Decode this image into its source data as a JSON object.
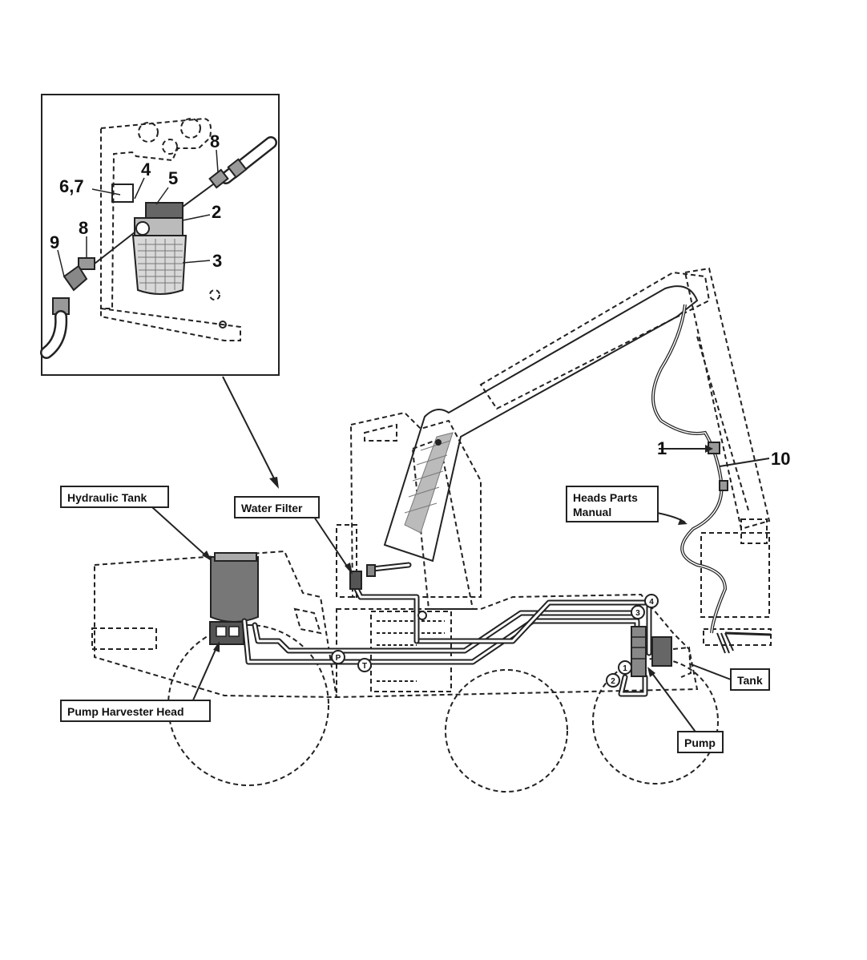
{
  "inset": {
    "callouts": [
      "8",
      "6,7",
      "4",
      "5",
      "2",
      "9",
      "8",
      "3"
    ]
  },
  "boxed_labels": {
    "hydraulic_tank": "Hydraulic Tank",
    "water_filter": "Water Filter",
    "heads_parts_manual_line1": "Heads Parts",
    "heads_parts_manual_line2": "Manual",
    "tank": "Tank",
    "pump": "Pump",
    "pump_harvester_head": "Pump Harvester Head"
  },
  "machine_callouts": {
    "item_1": "1",
    "item_10": "10"
  },
  "circle_markers": {
    "p": "P",
    "t": "T",
    "c1": "1",
    "c2": "2",
    "c3": "3",
    "c4": "4"
  }
}
